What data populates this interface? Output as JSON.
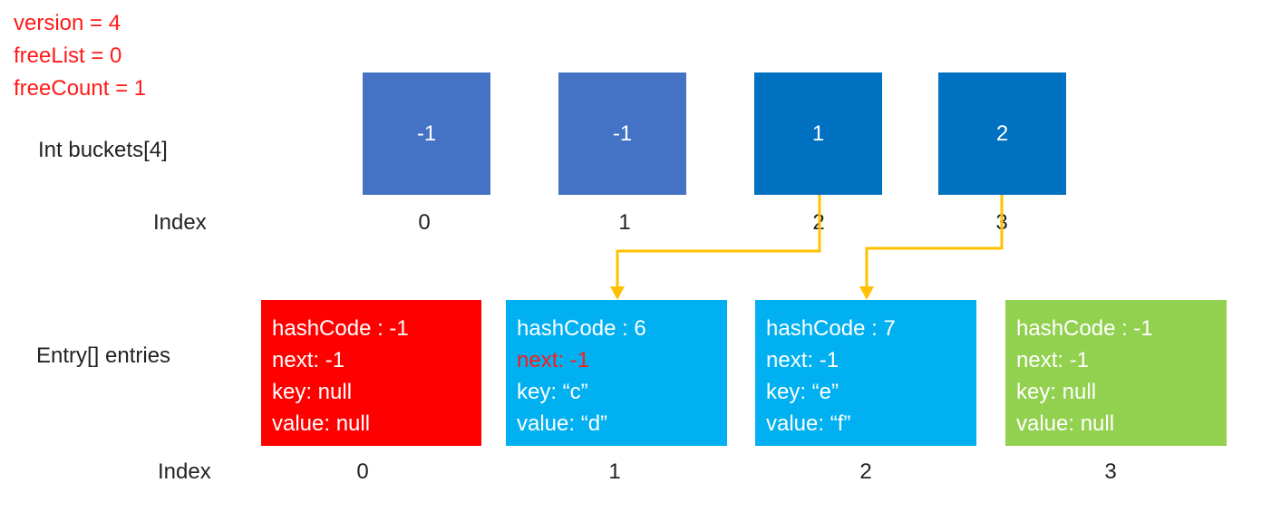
{
  "state": {
    "version": "version = 4",
    "freeList": "freeList = 0",
    "freeCount": "freeCount = 1"
  },
  "buckets": {
    "label": "Int buckets[4]",
    "index_label": "Index",
    "cells": [
      {
        "value": "-1",
        "index": "0",
        "color": "#4472c4"
      },
      {
        "value": "-1",
        "index": "1",
        "color": "#4472c4"
      },
      {
        "value": "1",
        "index": "2",
        "color": "#0070c0"
      },
      {
        "value": "2",
        "index": "3",
        "color": "#0070c0"
      }
    ]
  },
  "entries": {
    "label": "Entry[] entries",
    "index_label": "Index",
    "items": [
      {
        "hashCode": "hashCode : -1",
        "next": "next: -1",
        "key": "key: null",
        "value": "value: null",
        "index": "0",
        "color": "#ff0000",
        "next_color": "#ffffff"
      },
      {
        "hashCode": "hashCode : 6",
        "next": "next: -1",
        "key": "key: “c”",
        "value": "value: “d”",
        "index": "1",
        "color": "#00b0f0",
        "next_color": "#ff1a1a"
      },
      {
        "hashCode": "hashCode : 7",
        "next": "next: -1",
        "key": "key: “e”",
        "value": "value: “f”",
        "index": "2",
        "color": "#00b0f0",
        "next_color": "#ffffff"
      },
      {
        "hashCode": "hashCode : -1",
        "next": "next: -1",
        "key": "key: null",
        "value": "value: null",
        "index": "3",
        "color": "#92d050",
        "next_color": "#ffffff"
      }
    ]
  },
  "arrow_color": "#ffc000"
}
